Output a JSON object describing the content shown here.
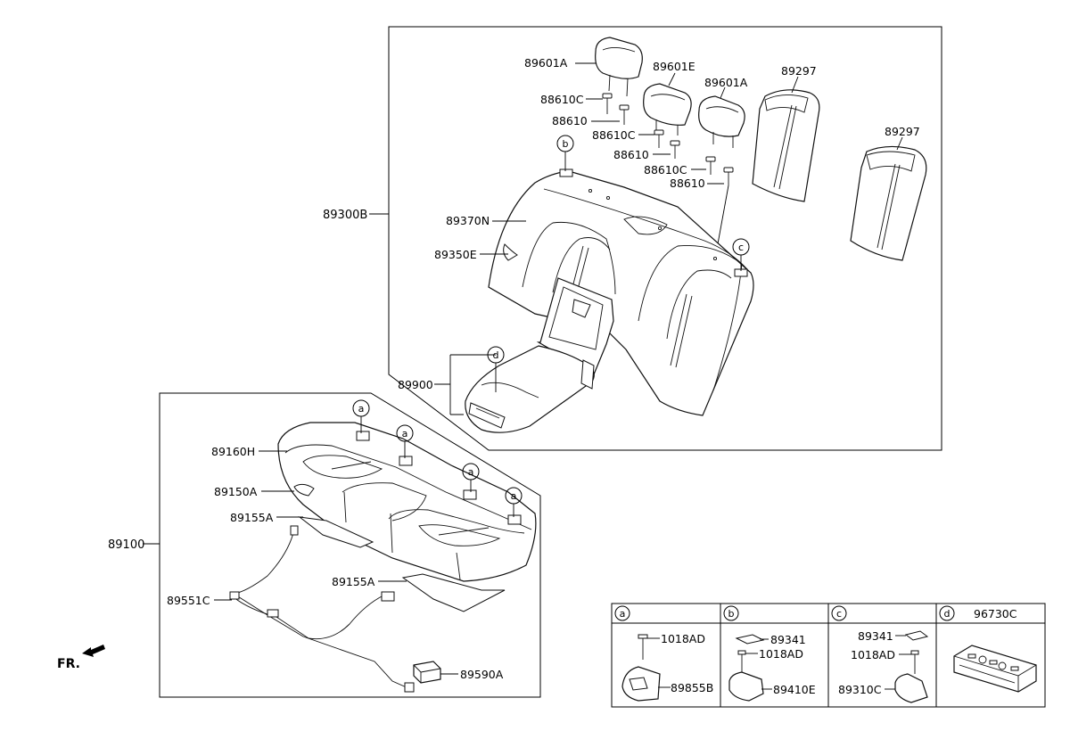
{
  "labels": {
    "hr_601a_left": "89601A",
    "hr_601e": "89601E",
    "hr_601a_right": "89601A",
    "cover_297_a": "89297",
    "cover_297_b": "89297",
    "g610c_1": "88610C",
    "g610_1": "88610",
    "g610c_2": "88610C",
    "g610_2": "88610",
    "g610c_3": "88610C",
    "g610_3": "88610",
    "back_assy": "89300B",
    "back_cover": "89370N",
    "back_pad": "89350E",
    "armrest": "89900",
    "cushion_assy": "89100",
    "cushion_cover": "89160H",
    "cushion_pad": "89150A",
    "heater_a": "89155A",
    "heater_b": "89155A",
    "harness": "89551C",
    "module": "89590A",
    "front_marker": "FR."
  },
  "callouts": {
    "a": "a",
    "b": "b",
    "c": "c",
    "d": "d"
  },
  "detail_table": {
    "headers": [
      "a",
      "b",
      "c",
      "d"
    ],
    "header_right": "96730C",
    "cell_a": {
      "bolt": "1018AD",
      "hook": "89855B"
    },
    "cell_b": {
      "cap": "89341",
      "bolt": "1018AD",
      "hook": "89410E"
    },
    "cell_c": {
      "cap": "89341",
      "bolt": "1018AD",
      "hook": "89310C"
    }
  },
  "icons": [
    "front-arrow-icon"
  ]
}
